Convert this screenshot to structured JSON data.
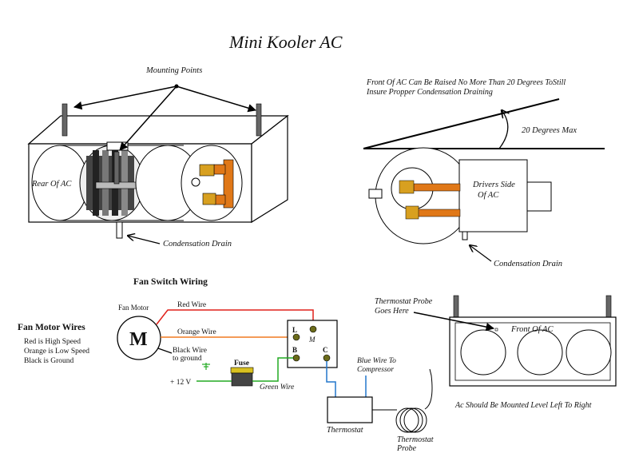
{
  "title": "Mini Kooler AC",
  "top_left": {
    "mounting_points": "Mounting Points",
    "rear_label": "Rear Of AC",
    "drain_label": "Condensation Drain"
  },
  "top_right": {
    "note_line1": "Front Of AC Can Be Raised No More Than 20 Degrees ToStill",
    "note_line2": "Insure Propper Condensation Draining",
    "angle_label": "20 Degrees Max",
    "side_line1": "Drivers Side",
    "side_line2": "Of AC",
    "drain_label": "Condensation Drain"
  },
  "wiring": {
    "title": "Fan Switch Wiring",
    "fan_motor": "Fan Motor",
    "motor_symbol": "M",
    "red_wire": "Red Wire",
    "orange_wire": "Orange Wire",
    "black_wire_1": "Black Wire",
    "black_wire_2": "to ground",
    "fuse": "Fuse",
    "supply": "+ 12 V",
    "green_wire": "Green Wire",
    "terminal_l": "L",
    "terminal_m": "M",
    "terminal_b": "B",
    "terminal_c": "C",
    "blue_wire_1": "Blue Wire To",
    "blue_wire_2": "Compressor",
    "thermostat": "Thermostat",
    "probe_1": "Thermostat",
    "probe_2": "Probe"
  },
  "legend": {
    "title": "Fan Motor Wires",
    "line1": "Red is High Speed",
    "line2": "Orange is Low Speed",
    "line3": "Black is Ground"
  },
  "front_view": {
    "probe_note_1": "Thermostat Probe",
    "probe_note_2": "Goes Here",
    "front_label": "Front Of AC",
    "level_note": "Ac Should Be Mounted Level Left To Right"
  },
  "colors": {
    "red_wire": "#e0201a",
    "orange_wire": "#f07a20",
    "green_wire": "#22aa22",
    "blue_wire": "#2277cc",
    "brass": "#d8a020",
    "copper": "#e07818"
  }
}
